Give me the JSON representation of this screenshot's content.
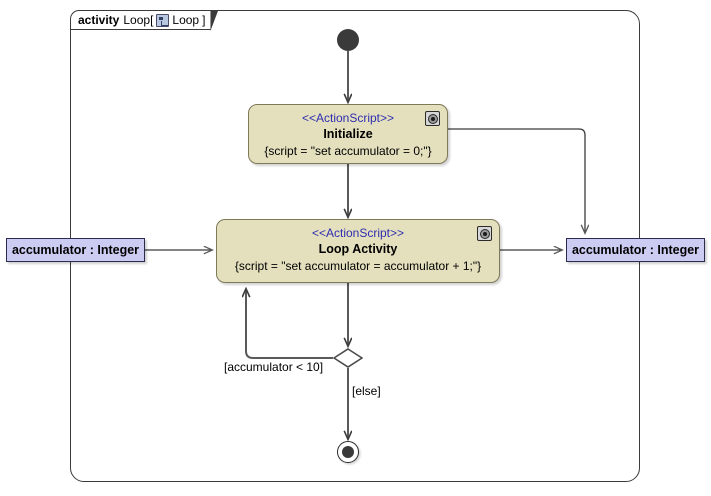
{
  "diagram": {
    "type": "uml-activity-diagram",
    "frame": {
      "keyword": "activity",
      "name": "Loop",
      "bracket_open": "[",
      "bracket_close": "]",
      "inner_label": "Loop",
      "icon": "activity-diagram-icon"
    },
    "colors": {
      "action_fill": "#e4e0be",
      "action_border": "#7e7a58",
      "pin_fill": "#ccccf2",
      "pin_border": "#2b2b4d",
      "stereotype_text": "#2d2db0",
      "edge": "#3b3b3b",
      "background": "#ffffff"
    }
  },
  "nodes": {
    "initial": {
      "name": "initial-node",
      "label": ""
    },
    "final": {
      "name": "activity-final-node",
      "label": ""
    },
    "decision": {
      "name": "decision-node",
      "label": ""
    },
    "initialize": {
      "stereotype": "<<ActionScript>>",
      "name": "Initialize",
      "script": "{script = \"set accumulator = 0;\"}",
      "badge": "action-script-icon"
    },
    "loop_activity": {
      "stereotype": "<<ActionScript>>",
      "name": "Loop Activity",
      "script": "{script = \"set accumulator = accumulator + 1;\"}",
      "badge": "action-script-icon"
    }
  },
  "pins": {
    "input": {
      "label": "accumulator : Integer"
    },
    "output": {
      "label": "accumulator : Integer"
    }
  },
  "edges": {
    "guard_loop": "[accumulator < 10]",
    "guard_else": "[else]"
  }
}
